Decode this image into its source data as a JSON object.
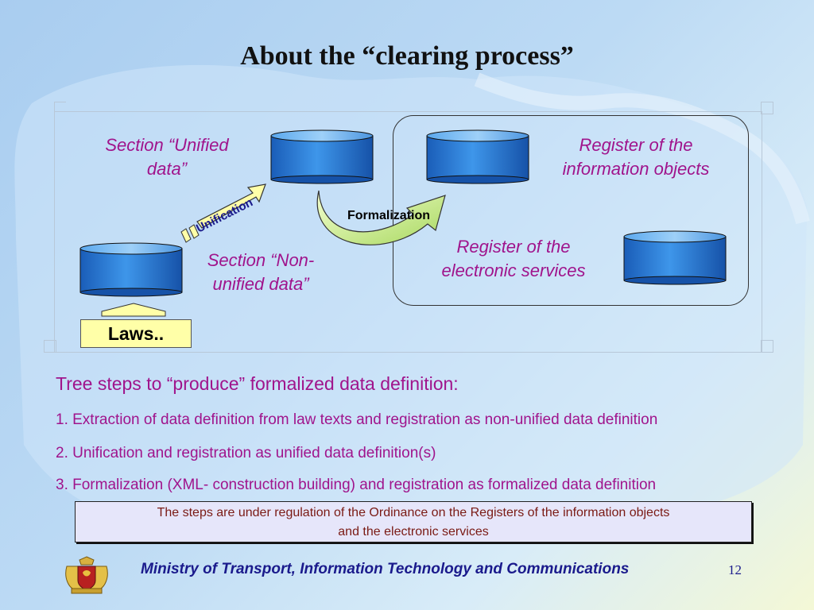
{
  "slide": {
    "title": "About the “clearing process”",
    "page_number": "12"
  },
  "diagram": {
    "unified_label": "Section “Unified data”",
    "unified_label_line1": "Section “Unified",
    "unified_label_line2": "data”",
    "non_unified_line1": "Section “Non-",
    "non_unified_line2": "unified data”",
    "register_info_line1": "Register of the",
    "register_info_line2": "information objects",
    "register_services_line1": "Register of the",
    "register_services_line2": "electronic services",
    "unification_arrow": "Unification",
    "formalization_arrow": "Formalization",
    "laws_box": "Laws..",
    "cylinder_color": "#2e7fd6"
  },
  "content": {
    "heading": "Tree steps to “produce” formalized data definition:",
    "steps": [
      "1. Extraction of data definition from law texts and registration as non-unified data definition",
      "2. Unification and registration as unified data definition(s)",
      "3. Formalization (XML- construction building) and registration as formalized data definition"
    ],
    "note_line1": "The steps are under regulation of the Ordinance on the Registers of the information objects",
    "note_line2": "and the electronic services"
  },
  "footer": {
    "ministry": "Ministry of Transport, Information Technology and Communications",
    "logo_icon": "coat-of-arms-icon"
  },
  "colors": {
    "label_purple": "#a0148c",
    "footer_blue": "#1a1a8c",
    "laws_yellow": "#ffffa8"
  }
}
